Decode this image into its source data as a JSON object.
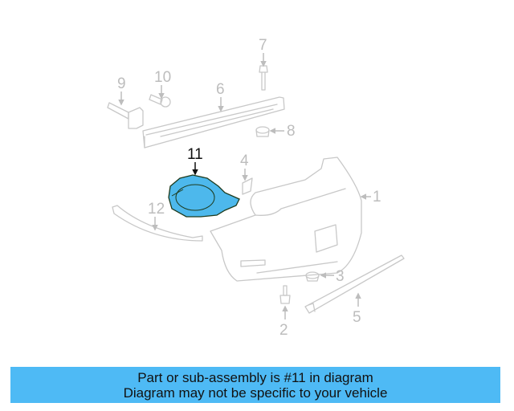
{
  "diagram": {
    "highlight_color": "#4db8ec",
    "highlighted_part": "11",
    "callouts": [
      {
        "id": "1",
        "label": "1"
      },
      {
        "id": "2",
        "label": "2"
      },
      {
        "id": "3",
        "label": "3"
      },
      {
        "id": "4",
        "label": "4"
      },
      {
        "id": "5",
        "label": "5"
      },
      {
        "id": "6",
        "label": "6"
      },
      {
        "id": "7",
        "label": "7"
      },
      {
        "id": "8",
        "label": "8"
      },
      {
        "id": "9",
        "label": "9"
      },
      {
        "id": "10",
        "label": "10"
      },
      {
        "id": "11",
        "label": "11"
      },
      {
        "id": "12",
        "label": "12"
      }
    ]
  },
  "banner": {
    "line1": "Part or sub-assembly is #11 in diagram",
    "line2": "Diagram may not be specific to your vehicle",
    "background": "#4ebaf5"
  }
}
